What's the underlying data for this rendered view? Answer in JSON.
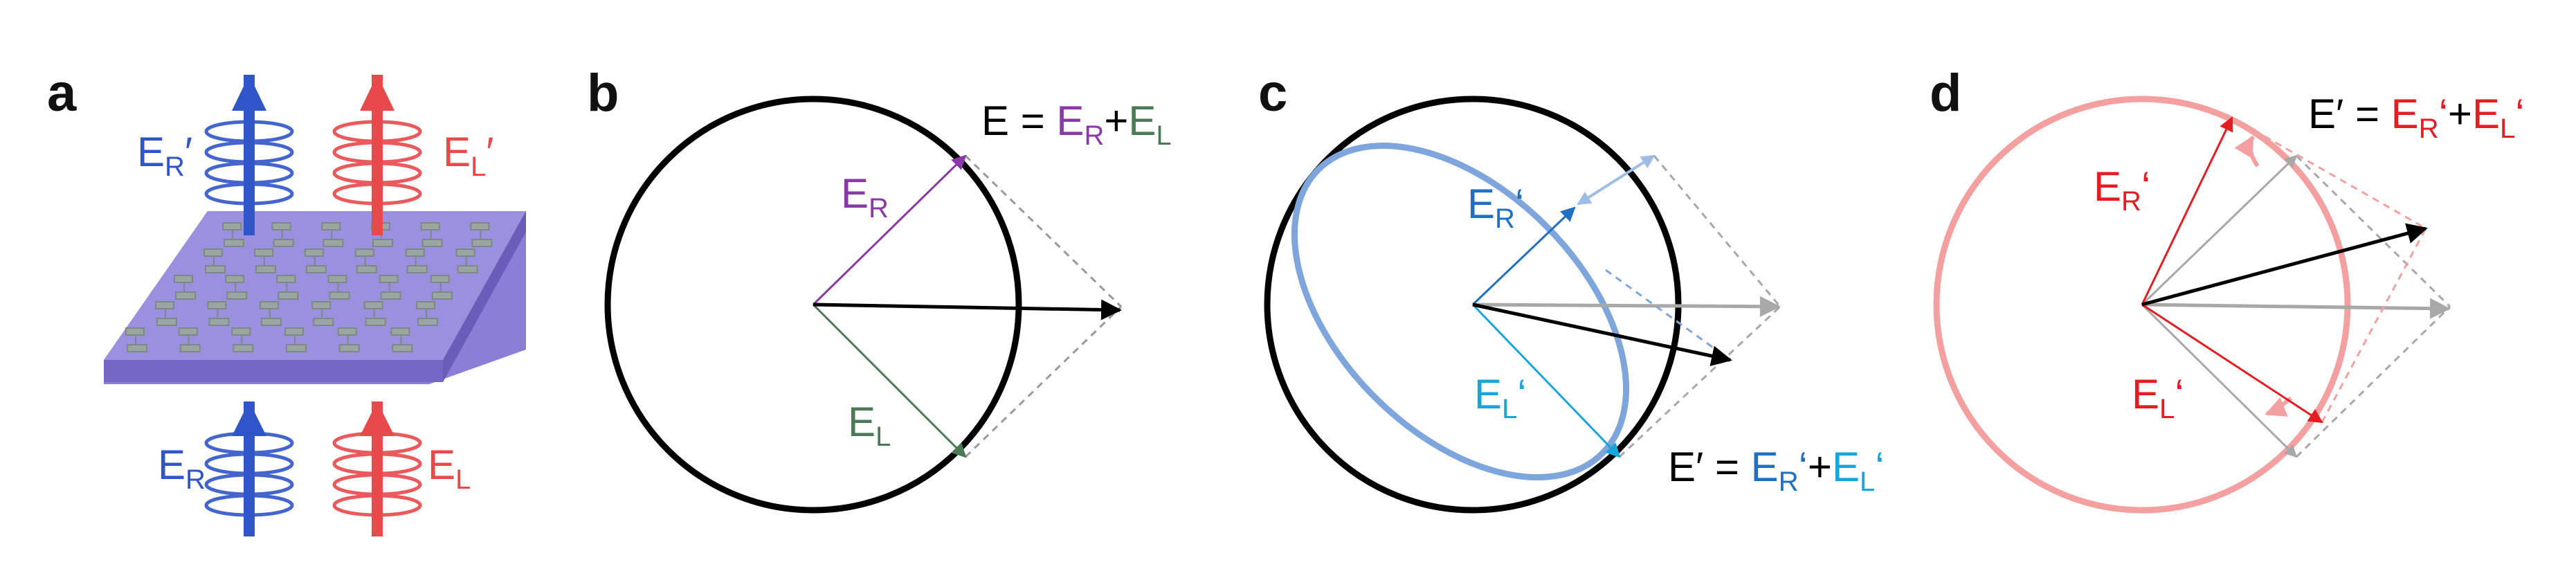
{
  "panels": {
    "a": {
      "label": "a",
      "top_left": {
        "main": "E",
        "sub": "R",
        "suffix": "′"
      },
      "top_right": {
        "main": "E",
        "sub": "L",
        "suffix": "′"
      },
      "bottom_left": {
        "main": "E",
        "sub": "R"
      },
      "bottom_right": {
        "main": "E",
        "sub": "L"
      }
    },
    "b": {
      "label": "b",
      "eq": {
        "lhs": "E = ",
        "t1": "E",
        "t1sub": "R",
        "plus": "+",
        "t2": "E",
        "t2sub": "L"
      },
      "er": {
        "main": "E",
        "sub": "R"
      },
      "el": {
        "main": "E",
        "sub": "L"
      }
    },
    "c": {
      "label": "c",
      "eq": {
        "lhs": "E′ = ",
        "t1": "E",
        "t1sub": "R",
        "t1suffix": "‘",
        "plus": "+",
        "t2": "E",
        "t2sub": "L",
        "t2suffix": "‘"
      },
      "er": {
        "main": "E",
        "sub": "R",
        "suffix": "‘"
      },
      "el": {
        "main": "E",
        "sub": "L",
        "suffix": "‘"
      }
    },
    "d": {
      "label": "d",
      "eq": {
        "lhs": "E′ = ",
        "t1": "E",
        "t1sub": "R",
        "t1suffix": "‘",
        "plus": "+",
        "t2": "E",
        "t2sub": "L",
        "t2suffix": "‘"
      },
      "er": {
        "main": "E",
        "sub": "R",
        "suffix": "‘"
      },
      "el": {
        "main": "E",
        "sub": "L",
        "suffix": "‘"
      }
    }
  },
  "colors": {
    "blue_beam": "#2f55c8",
    "red_beam": "#e8494b",
    "substrate": "#8a7ed6",
    "antenna": "#9aa6a2",
    "purple": "#8a3aa6",
    "green": "#4b7a57",
    "c_blue": "#1f6fc2",
    "c_cyan": "#18a6d8",
    "ellipse": "#7ea6dc",
    "d_red": "#e51d22",
    "d_circle": "#f5a0a0",
    "gray": "#a8a8a8"
  }
}
